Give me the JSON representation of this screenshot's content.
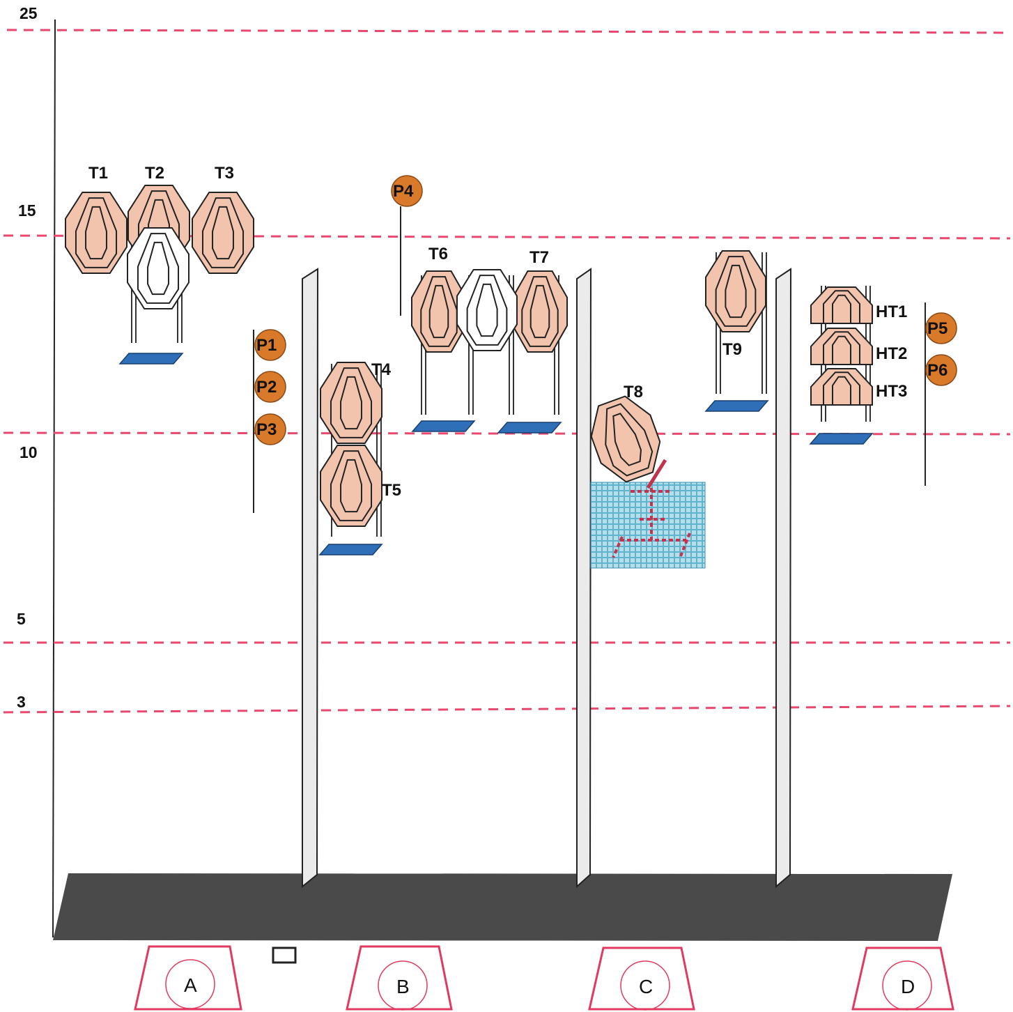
{
  "distances": [
    {
      "id": "25",
      "label": "25"
    },
    {
      "id": "15",
      "label": "15"
    },
    {
      "id": "10",
      "label": "10"
    },
    {
      "id": "5",
      "label": "5"
    },
    {
      "id": "3",
      "label": "3"
    }
  ],
  "targets": {
    "t1": "T1",
    "t2": "T2",
    "t3": "T3",
    "t4": "T4",
    "t5": "T5",
    "t6": "T6",
    "t7": "T7",
    "t8": "T8",
    "t9": "T9",
    "ht1": "HT1",
    "ht2": "HT2",
    "ht3": "HT3"
  },
  "positions": {
    "p1": "P1",
    "p2": "P2",
    "p3": "P3",
    "p4": "P4",
    "p5": "P5",
    "p6": "P6"
  },
  "shooting_boxes": {
    "a": "A",
    "b": "B",
    "c": "C",
    "d": "D"
  },
  "colors": {
    "target": "#f2c4ae",
    "no_shoot": "#ffffff",
    "position_marker": "#d9792a",
    "distance_line": "#e8476e",
    "stand": "#2f6fb8",
    "floor": "#4a4a4a",
    "box_outline": "#e23a5f",
    "mover_base": "#a8dde8"
  }
}
